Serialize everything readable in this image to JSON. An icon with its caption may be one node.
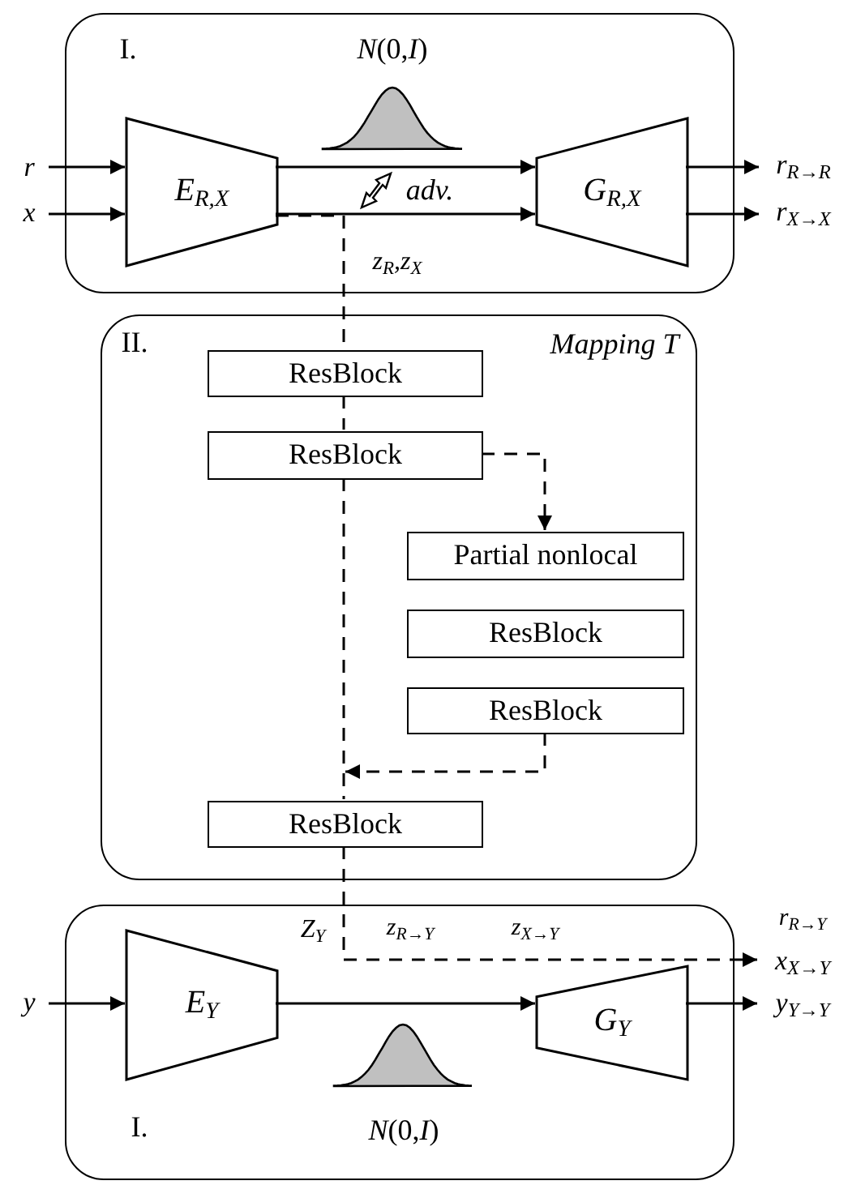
{
  "diagram": {
    "nodes": [
      {
        "text": [
          "I."
        ]
      },
      {
        "text": [
          "E$_{R,X}$"
        ],
        "in": 0
      },
      {
        "text": [
          "G$_{R,X}$"
        ],
        "in": 0
      },
      {
        "text": [
          "r"
        ]
      },
      {
        "text": [
          "x"
        ]
      },
      {
        "text": [
          "r$_{R→R}$"
        ]
      },
      {
        "text": [
          "r$_{X→X}$"
        ]
      },
      {
        "text": [
          "II.",
          "Mapping T"
        ]
      },
      {
        "text": [
          "ResBlock"
        ],
        "in": 7
      },
      {
        "text": [
          "ResBlock"
        ],
        "in": 7
      },
      {
        "text": [
          "Partial nonlocal"
        ],
        "in": 7
      },
      {
        "text": [
          "ResBlock"
        ],
        "in": 7
      },
      {
        "text": [
          "ResBlock"
        ],
        "in": 7
      },
      {
        "text": [
          "ResBlock"
        ],
        "in": 7
      },
      {
        "text": [
          "I."
        ]
      },
      {
        "text": [
          "E$_{Y}$"
        ],
        "in": 14
      },
      {
        "text": [
          "G$_{Y}$"
        ],
        "in": 14
      },
      {
        "text": [
          "y"
        ]
      },
      {
        "text": [
          "x$_{X→Y}$"
        ]
      },
      {
        "text": [
          "y$_{Y→Y}$"
        ]
      },
      {
        "text": [
          "*N*(0,*I*)"
        ],
        "in": 0
      },
      {
        "text": [
          "*N*(0,*I*)"
        ],
        "in": 14
      }
    ],
    "edges": [
      {
        "from": 3,
        "to": 1,
        "arrow": "to"
      },
      {
        "from": 4,
        "to": 1,
        "arrow": "to"
      },
      {
        "from": 1,
        "to": 2,
        "arrow": "to"
      },
      {
        "from": 1,
        "to": 2,
        "arrow": "to"
      },
      {
        "from": 2,
        "to": 5,
        "arrow": "to"
      },
      {
        "from": 2,
        "to": 6,
        "arrow": "to"
      },
      {
        "from": 1,
        "to": 8,
        "arrow": "none",
        "style": "dashed",
        "label": "z$_{R}$,z$_{X}$"
      },
      {
        "from": 8,
        "to": 9,
        "arrow": "none",
        "style": "dashed"
      },
      {
        "from": 9,
        "to": 10,
        "arrow": "to",
        "style": "dashed"
      },
      {
        "from": 9,
        "to": 13,
        "arrow": "none",
        "style": "dashed"
      },
      {
        "from": 12,
        "to": 13,
        "arrow": "to",
        "style": "dashed"
      },
      {
        "from": 13,
        "to": 18,
        "arrow": "to",
        "style": "dashed",
        "label": "Z$_{Y}$"
      },
      {
        "from": 17,
        "to": 15,
        "arrow": "to"
      },
      {
        "from": 15,
        "to": 16,
        "arrow": "to"
      },
      {
        "from": 16,
        "to": 19,
        "arrow": "to"
      }
    ],
    "labels": [
      "adv.",
      "z$_{R→Y}$",
      "z$_{X→Y}$",
      "r$_{R→Y}$"
    ]
  }
}
